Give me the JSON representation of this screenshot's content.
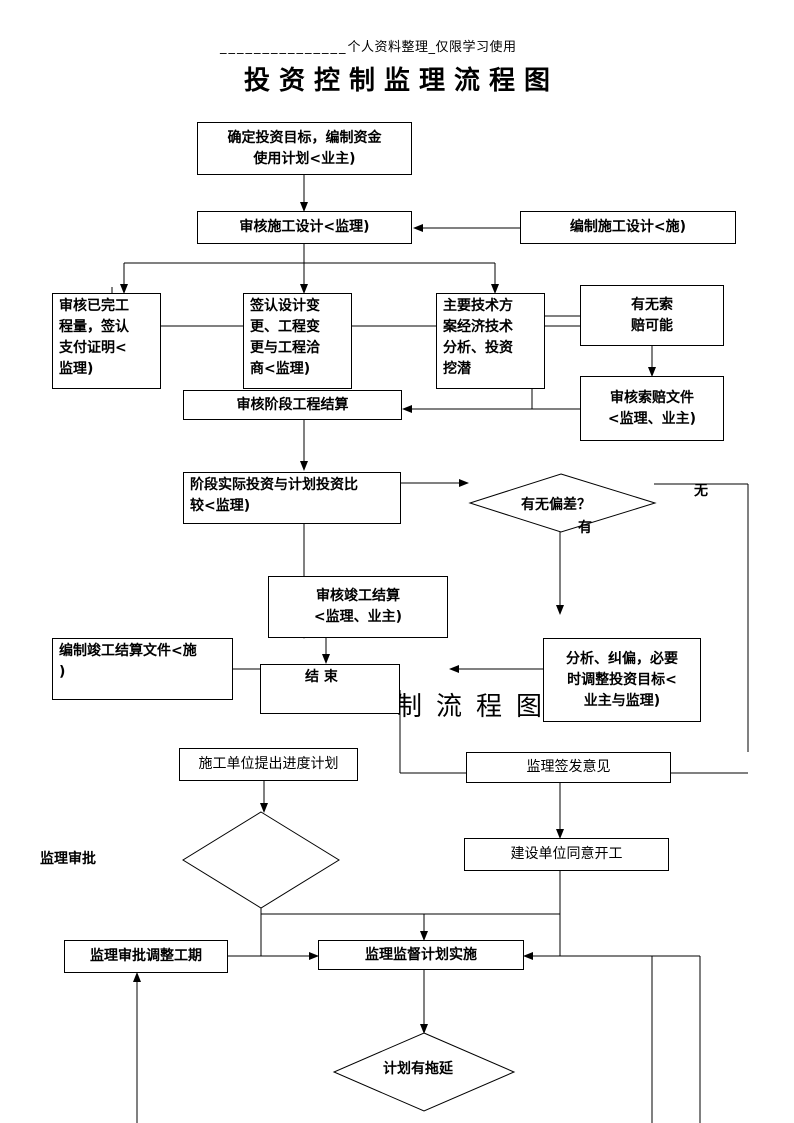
{
  "header_note": "个人资料整理_仅限学习使用",
  "title1": "投资控制监理流程图",
  "title2_visible": "制流程图",
  "nodes": {
    "define_target": "确定投资目标，编制资金\n使用计划<业主)",
    "review_design": "审核施工设计<监理)",
    "prepare_design": "编制施工设计<施)",
    "review_done_work": "审核已完工\n程量，签认\n支付证明<\n监理)",
    "sign_change": "签认设计变\n更、工程变\n更与工程洽\n商<监理)",
    "tech_analysis": "主要技术方\n案经济技术\n分析、投资\n挖潜",
    "claim_possible": "有无索\n赔可能",
    "review_claim": "审核索赔文件\n<监理、业主)",
    "review_stage_settle": "审核阶段工程结算",
    "compare_invest": "阶段实际投资与计划投资比\n较<监理)",
    "deviation_q": "有无偏差？",
    "review_final": "审核竣工结算\n<监理、业主)",
    "prepare_final_doc": "编制竣工结算文件<施\n)",
    "end": "结  束",
    "analyze_correct": "分析、纠偏，必要\n时调整投资目标<\n业主与监理)",
    "contractor_schedule": "施工单位提出进度计划",
    "supervisor_opinion": "监理签发意见",
    "approve_label": "监理审批",
    "owner_agree": "建设单位同意开工",
    "adjust_period": "监理审批调整工期",
    "supervise_impl": "监理监督计划实施",
    "plan_delay": "计划有拖延"
  },
  "edge_labels": {
    "no": "无",
    "yes": "有"
  }
}
